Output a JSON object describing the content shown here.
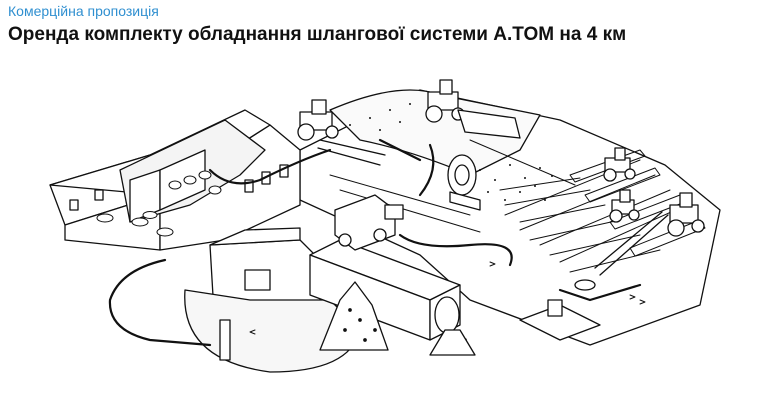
{
  "header": {
    "subtitle": "Комерційна пропозиція",
    "title": "Оренда комплекту обладнання шлангової системи A.TOM на 4 км"
  },
  "illustration": {
    "description_icon": "farm-hose-system-illustration"
  }
}
